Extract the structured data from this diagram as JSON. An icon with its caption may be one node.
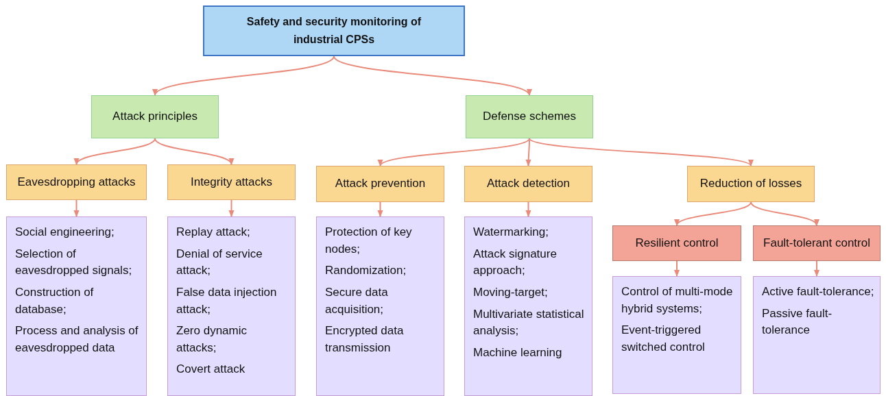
{
  "diagram": {
    "nodes": [
      {
        "text": [
          "Safety and security monitoring of industrial CPSs"
        ]
      },
      {
        "text": [
          "Attack principles"
        ]
      },
      {
        "text": [
          "Defense schemes"
        ]
      },
      {
        "text": [
          "Eavesdropping attacks"
        ]
      },
      {
        "text": [
          "Integrity attacks"
        ]
      },
      {
        "text": [
          "Attack prevention"
        ]
      },
      {
        "text": [
          "Attack detection"
        ]
      },
      {
        "text": [
          "Reduction of losses"
        ]
      },
      {
        "text": [
          "Social engineering;",
          "Selection of eavesdropped signals;",
          "Construction of database;",
          "Process and analysis of eavesdropped data"
        ]
      },
      {
        "text": [
          "Replay attack;",
          "Denial of service attack;",
          "False data injection attack;",
          "Zero dynamic attacks;",
          "Covert attack"
        ]
      },
      {
        "text": [
          "Protection of key nodes;",
          "Randomization;",
          "Secure data acquisition;",
          "Encrypted data transmission"
        ]
      },
      {
        "text": [
          "Watermarking;",
          "Attack signature approach;",
          "Moving-target;",
          "Multivariate statistical analysis;",
          "Machine learning"
        ]
      },
      {
        "text": [
          "Resilient control"
        ]
      },
      {
        "text": [
          "Fault-tolerant control"
        ]
      },
      {
        "text": [
          "Control of multi-mode hybrid systems;",
          "Event-triggered switched control"
        ]
      },
      {
        "text": [
          "Active fault-tolerance;",
          "Passive fault-tolerance"
        ]
      }
    ],
    "edges": [
      {
        "from": 0,
        "to": 1,
        "arrow": "to"
      },
      {
        "from": 0,
        "to": 2,
        "arrow": "to"
      },
      {
        "from": 1,
        "to": 3,
        "arrow": "to"
      },
      {
        "from": 1,
        "to": 4,
        "arrow": "to"
      },
      {
        "from": 2,
        "to": 5,
        "arrow": "to"
      },
      {
        "from": 2,
        "to": 6,
        "arrow": "to"
      },
      {
        "from": 2,
        "to": 7,
        "arrow": "to"
      },
      {
        "from": 3,
        "to": 8,
        "arrow": "to"
      },
      {
        "from": 4,
        "to": 9,
        "arrow": "to"
      },
      {
        "from": 5,
        "to": 10,
        "arrow": "to"
      },
      {
        "from": 6,
        "to": 11,
        "arrow": "to"
      },
      {
        "from": 7,
        "to": 12,
        "arrow": "to"
      },
      {
        "from": 7,
        "to": 13,
        "arrow": "to"
      },
      {
        "from": 12,
        "to": 14,
        "arrow": "to"
      },
      {
        "from": 13,
        "to": 15,
        "arrow": "to"
      }
    ]
  }
}
